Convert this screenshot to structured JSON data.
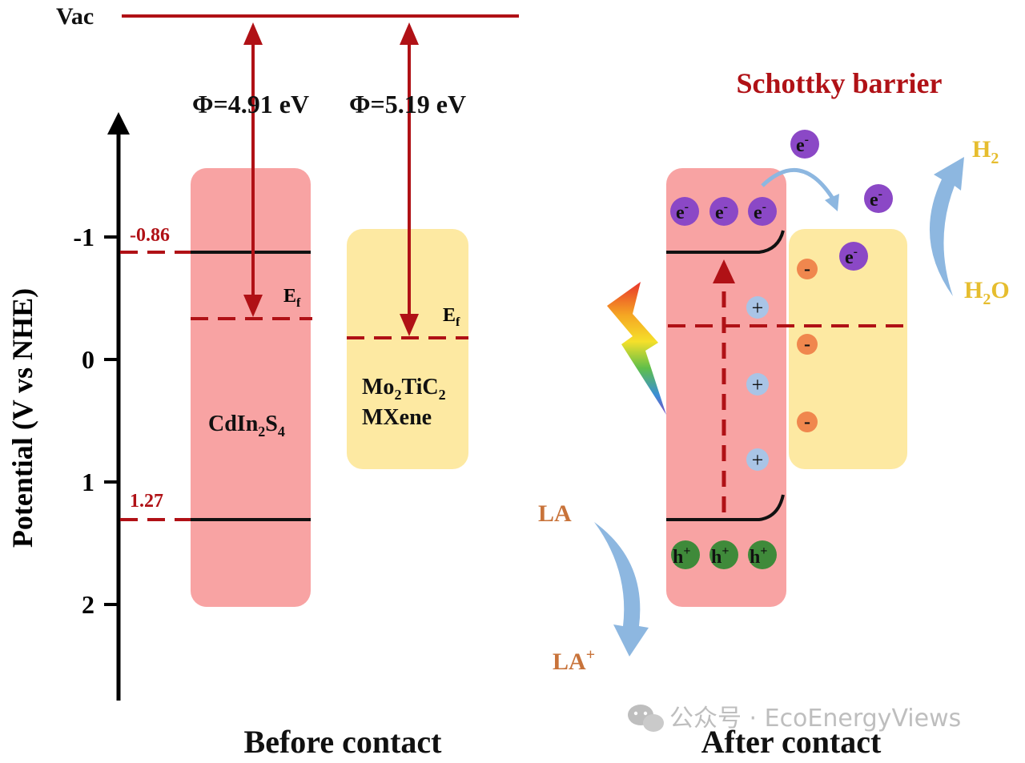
{
  "vacuum": {
    "label": "Vac"
  },
  "axis": {
    "title": "Potential (V vs NHE)",
    "ticks": [
      "-1",
      "0",
      "1",
      "2"
    ]
  },
  "levels": {
    "cb": "-0.86",
    "vb": "1.27"
  },
  "work_functions": {
    "cdin2s4": "Φ=4.91 eV",
    "mxene": "Φ=5.19 eV"
  },
  "fermi": {
    "label_base": "E",
    "label_sub": "f"
  },
  "materials": {
    "cdin2s4": {
      "p1": "CdIn",
      "s1": "2",
      "p2": "S",
      "s2": "4"
    },
    "mxene": {
      "p1": "Mo",
      "s1": "2",
      "p2": "TiC",
      "s2": "2",
      "line2": "MXene"
    }
  },
  "after": {
    "schottky": "Schottky barrier",
    "electron_base": "e",
    "electron_sup": "-",
    "hole_base": "h",
    "hole_sup": "+",
    "plus": "+",
    "minus": "-",
    "h2_base": "H",
    "h2_sub": "2",
    "h2o_base": "H",
    "h2o_sub": "2",
    "h2o_tail": "O",
    "la": "LA",
    "la_plus_base": "LA",
    "la_plus_sup": "+"
  },
  "captions": {
    "before": "Before contact",
    "after": "After contact"
  },
  "watermark": {
    "text": "公众号 · EcoEnergyViews"
  },
  "colors": {
    "dark_red": "#b01116",
    "pink_block": "#f8a3a3",
    "yellow_block": "#fde9a2",
    "purple": "#8b48c6",
    "green": "#3f8a3a",
    "light_blue": "#a9c4e6",
    "orange": "#f0874e",
    "gold": "#e6bd2e",
    "la_orange": "#c8733a",
    "arrow_blue": "#8db7e0"
  }
}
